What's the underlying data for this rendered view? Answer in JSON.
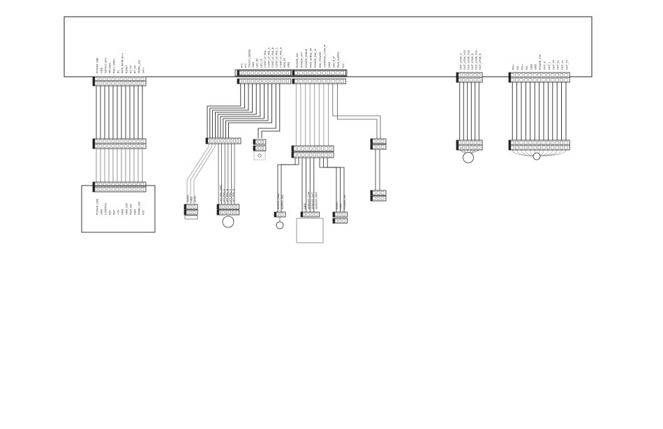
{
  "labels": {
    "main_left": [
      "POWER LINE",
      "GND",
      "DEVICE (AV)",
      "MIC/DEV",
      "REF+ (REF)",
      "BL",
      "PWR_MAIN (B+)",
      "RESET",
      "BT_TX",
      "BT_RX",
      "PANEL_SW",
      "SW+"
    ],
    "mid_a": [
      "N.C.",
      "N.C.",
      "TOUCH_SENSE",
      "GND",
      "LED_RF",
      "LED_LF",
      "CONT_LF_PNL",
      "CONT_LF_PNL_A",
      "CONT_LF_PNL_B",
      "CONT_LF_PNL_C",
      "CONT_LF_PNL_D",
      "REM_PC",
      "GND"
    ],
    "mid_b": [
      "POWER_SW",
      "POWER_LIFT",
      "POWER_SENSE",
      "PWR_SENSE_PX",
      "POWER_ENC_B",
      "ENC_POWER",
      "CONTROL_COM_IP",
      "GND",
      "LED_B_IP",
      "PWR_SUPPLY",
      "N.C."
    ],
    "right_a": [
      "OUT_LFSW_A",
      "OUT_LFSW_VSS",
      "OUT_LFSW_VSS",
      "OUT_LFSW_B",
      "OUT_LFSW_VSS",
      "OUT_LFSW_B"
    ],
    "right_b": [
      "RD+",
      "RD-",
      "RD+",
      "RD-",
      "GND",
      "GND",
      "POWER_VSS",
      "OUT_R",
      "OUT_L",
      "OUT_TP",
      "OUT_SL",
      "OUT_SL",
      "OUT_TS"
    ],
    "left_box": [
      "POWER_LINE",
      "GND",
      "CONTROL",
      "REF",
      "REF",
      "+5V",
      "GND",
      "HDD_LED",
      "PWR_SW",
      "GND",
      "PANEL_SW",
      "RST"
    ],
    "sub1": [
      "REMO",
      "GND",
      "SENS"
    ],
    "sub2": [
      "LFT_PNL_GND",
      "LFT_PNL_A",
      "LFT_PNL_B",
      "LFT_PNL_C",
      "LFT_PNL_D"
    ],
    "sub3": [
      "SUPPLY_GND",
      "SUPPLY_SIG"
    ],
    "sub4": [
      "GND",
      "SENSOR_COM",
      "SENSOR_OUT",
      "SENSOR_PWR"
    ],
    "sub5": [
      "REMO",
      "GND",
      "POWER_SW"
    ]
  }
}
